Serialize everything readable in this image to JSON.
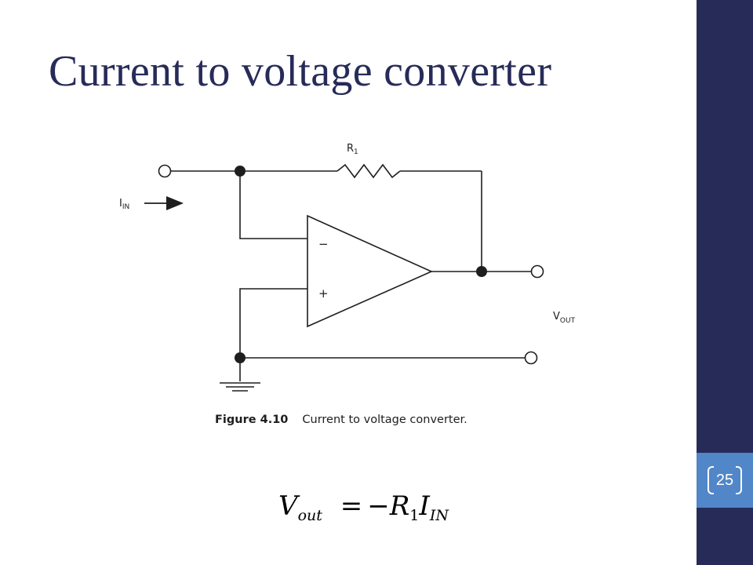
{
  "slide": {
    "title": "Current to voltage converter",
    "slide_number": "25",
    "colors": {
      "title": "#272b58",
      "sidebar": "#272b58",
      "number_box": "#5186c8"
    }
  },
  "figure": {
    "caption_number": "Figure 4.10",
    "caption_text": "Current to voltage converter.",
    "labels": {
      "resistor": "R",
      "resistor_sub": "1",
      "input_current": "I",
      "input_current_sub": "IN",
      "output_voltage": "V",
      "output_voltage_sub": "OUT",
      "minus": "−",
      "plus": "+"
    }
  },
  "equation": {
    "lhs": "V",
    "lhs_sub": "out",
    "equals": "=",
    "minus": "−",
    "resistor": "R",
    "resistor_sub": "1",
    "current": "I",
    "current_sub": "IN"
  }
}
